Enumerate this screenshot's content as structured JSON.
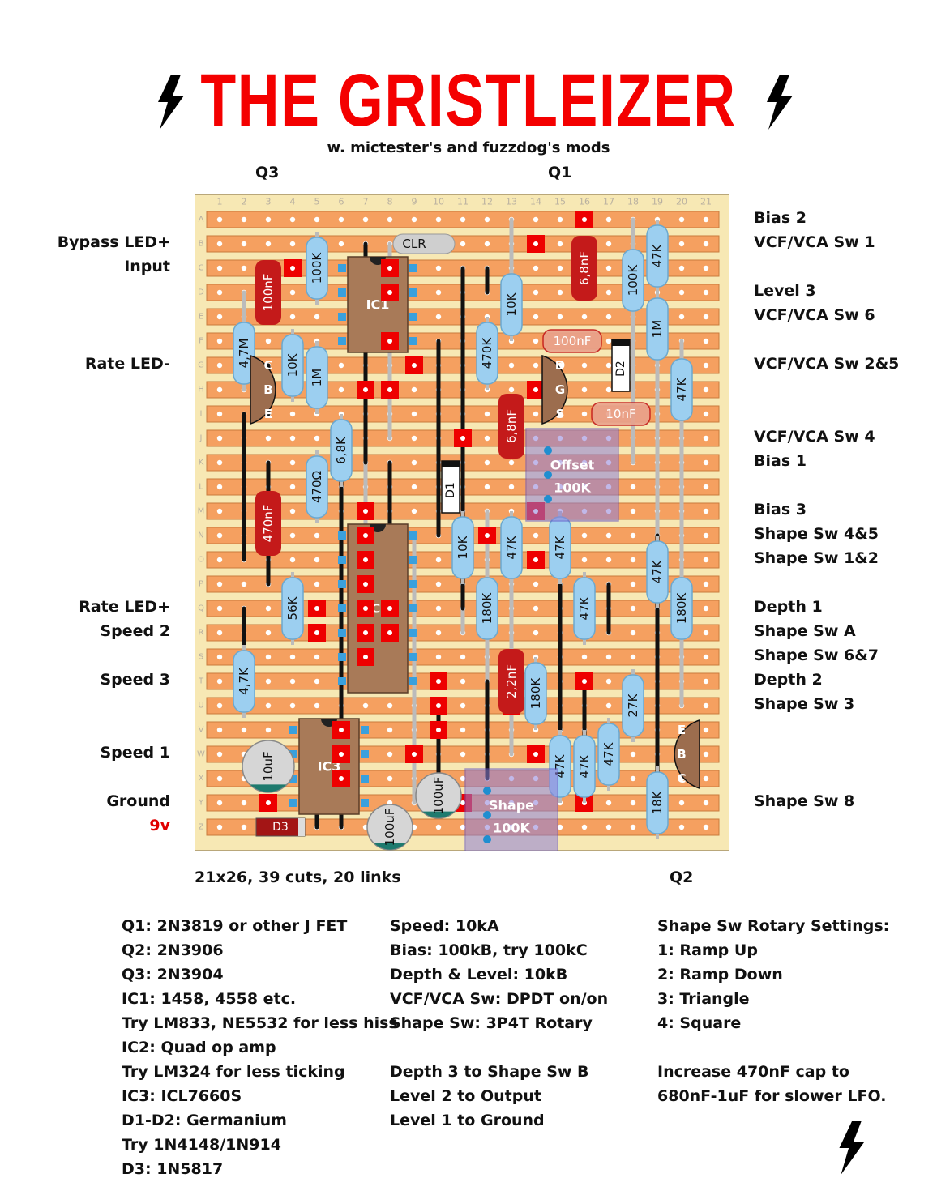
{
  "title": "THE GRISTLEIZER",
  "subtitle": "w. mictester's  and fuzzdog's mods",
  "transistor_labels": {
    "q3": "Q3",
    "q1": "Q1",
    "q2": "Q2"
  },
  "board_info": "21x26, 39 cuts, 20 links",
  "columns": [
    "1",
    "2",
    "3",
    "4",
    "5",
    "6",
    "7",
    "8",
    "9",
    "10",
    "11",
    "12",
    "13",
    "14",
    "15",
    "16",
    "17",
    "18",
    "19",
    "20",
    "21"
  ],
  "rows": [
    "A",
    "B",
    "C",
    "D",
    "E",
    "F",
    "G",
    "H",
    "I",
    "J",
    "K",
    "L",
    "M",
    "N",
    "O",
    "P",
    "Q",
    "R",
    "S",
    "T",
    "U",
    "V",
    "W",
    "X",
    "Y",
    "Z"
  ],
  "left_labels": [
    {
      "row": 1,
      "text": "Bypass LED+"
    },
    {
      "row": 2,
      "text": "Input"
    },
    {
      "row": 6,
      "text": "Rate LED-"
    },
    {
      "row": 16,
      "text": "Rate LED+"
    },
    {
      "row": 17,
      "text": "Speed 2"
    },
    {
      "row": 19,
      "text": "Speed 3"
    },
    {
      "row": 22,
      "text": "Speed 1"
    },
    {
      "row": 24,
      "text": "Ground"
    },
    {
      "row": 25,
      "text": "9v",
      "color": "red"
    }
  ],
  "right_labels": [
    {
      "row": 0,
      "text": "Bias 2"
    },
    {
      "row": 1,
      "text": "VCF/VCA Sw 1"
    },
    {
      "row": 3,
      "text": "Level 3"
    },
    {
      "row": 4,
      "text": "VCF/VCA Sw 6"
    },
    {
      "row": 6,
      "text": "VCF/VCA Sw 2&5"
    },
    {
      "row": 9,
      "text": "VCF/VCA Sw 4"
    },
    {
      "row": 10,
      "text": "Bias 1"
    },
    {
      "row": 12,
      "text": "Bias 3"
    },
    {
      "row": 13,
      "text": "Shape Sw 4&5"
    },
    {
      "row": 14,
      "text": "Shape Sw 1&2"
    },
    {
      "row": 16,
      "text": "Depth 1"
    },
    {
      "row": 17,
      "text": "Shape Sw A"
    },
    {
      "row": 18,
      "text": "Shape Sw 6&7"
    },
    {
      "row": 19,
      "text": "Depth 2"
    },
    {
      "row": 20,
      "text": "Shape Sw 3"
    },
    {
      "row": 24,
      "text": "Shape Sw 8"
    }
  ],
  "components": {
    "ics": [
      {
        "name": "IC1",
        "pins": 8
      },
      {
        "name": "IC2",
        "pins": 14
      },
      {
        "name": "IC3",
        "pins": 8
      }
    ],
    "resistors": [
      "100K",
      "10K",
      "4,7M",
      "10K",
      "1M",
      "470K",
      "47K",
      "100K",
      "1M",
      "47K",
      "6,8K",
      "470Ω",
      "56K",
      "10K",
      "47K",
      "47K",
      "180K",
      "47K",
      "180K",
      "47K",
      "4,7K",
      "180K",
      "27K",
      "47K",
      "47K",
      "47K",
      "18K"
    ],
    "film_caps": [
      "100nF",
      "6,8nF",
      "100nF",
      "6,8nF",
      "10nF",
      "470nF",
      "2,2nF"
    ],
    "electrolytics": [
      "10uF",
      "100uF",
      "100uF"
    ],
    "diodes": [
      "D1",
      "D2",
      "D3"
    ],
    "transistor_pins": {
      "q3": [
        "C",
        "B",
        "E"
      ],
      "q1": [
        "D",
        "G",
        "S"
      ],
      "q2": [
        "E",
        "B",
        "C"
      ]
    },
    "clr": "CLR",
    "pots": [
      {
        "name": "Offset",
        "value": "100K"
      },
      {
        "name": "Shape",
        "value": "100K"
      }
    ]
  },
  "notes": {
    "col1": [
      "Q1: 2N3819 or other J FET",
      "Q2: 2N3906",
      "Q3: 2N3904",
      "IC1: 1458, 4558 etc.",
      "Try LM833, NE5532 for less hiss",
      "IC2: Quad op amp",
      "Try LM324 for less ticking",
      "IC3: ICL7660S",
      "D1-D2: Germanium",
      "Try 1N4148/1N914",
      "D3: 1N5817"
    ],
    "col2": [
      "Speed: 10kA",
      "Bias: 100kB, try 100kC",
      "Depth & Level: 10kB",
      "VCF/VCA Sw: DPDT on/on",
      "Shape Sw: 3P4T Rotary",
      "",
      "Depth 3 to Shape Sw B",
      "Level 2 to Output",
      "Level 1 to Ground"
    ],
    "col3": [
      "Shape Sw Rotary Settings:",
      "1: Ramp Up",
      "2: Ramp Down",
      "3: Triangle",
      "4: Square",
      "",
      "Increase 470nF cap to",
      "680nF-1uF for slower LFO."
    ]
  },
  "colors": {
    "title": "#f40000",
    "strip": "#f5a060",
    "board": "#f7e8b4",
    "resistor": "#9ccff0",
    "cap": "#c41a1a",
    "cut": "#ee0000",
    "ic": "#a87a58",
    "pot": "#8f7fd8"
  }
}
